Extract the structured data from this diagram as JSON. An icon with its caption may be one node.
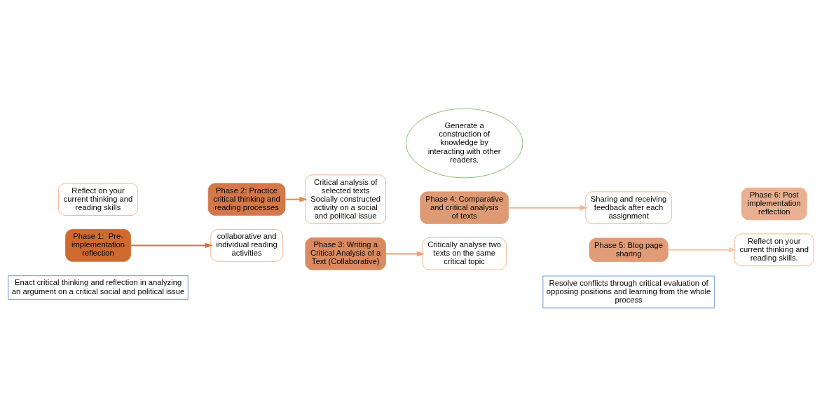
{
  "diagram": {
    "nodes": [
      {
        "text": [
          "Generate a construction of knowledge by interacting with other readers."
        ]
      },
      {
        "text": [
          "Reflect on your current thinking and reading skills"
        ]
      },
      {
        "text": [
          "Phase 1:  Pre-implementation reflection"
        ]
      },
      {
        "text": [
          "Phase 2: Practice critical thinking and reading processes"
        ]
      },
      {
        "text": [
          "collaborative and individual reading activities"
        ]
      },
      {
        "text": [
          "Critical analysis of selected texts",
          "Socially constructed activity on a social and political issue"
        ]
      },
      {
        "text": [
          "Phase 3: Writing a Critical Analysis of a Text (Collaborative)"
        ]
      },
      {
        "text": [
          "Phase 4: Comparative and critical analysis of texts"
        ]
      },
      {
        "text": [
          "Critically analyse two texts on the same critical topic"
        ]
      },
      {
        "text": [
          "Sharing and receiving feedback after each assignment"
        ]
      },
      {
        "text": [
          "Phase 5: Blog page sharing"
        ]
      },
      {
        "text": [
          "Phase 6: Post implementation reflection"
        ]
      },
      {
        "text": [
          "Reflect on your current thinking and reading skills."
        ]
      },
      {
        "text": [
          "Enact critical thinking and reflection in analyzing  an argument on a critical social and political issue"
        ]
      },
      {
        "text": [
          "Resolve conflicts through critical evaluation of opposing positions and learning from the whole process"
        ]
      }
    ],
    "edges": [
      {
        "from": 2,
        "to": 4,
        "arrow": "to",
        "color": "#e0702e"
      },
      {
        "from": 3,
        "to": 5,
        "arrow": "to",
        "color": "#e8884a"
      },
      {
        "from": 6,
        "to": 8,
        "arrow": "to",
        "color": "#eea07c"
      },
      {
        "from": 7,
        "to": 9,
        "arrow": "to",
        "color": "#f2b496"
      },
      {
        "from": 10,
        "to": 12,
        "arrow": "to",
        "color": "#f5c6b0"
      }
    ]
  }
}
